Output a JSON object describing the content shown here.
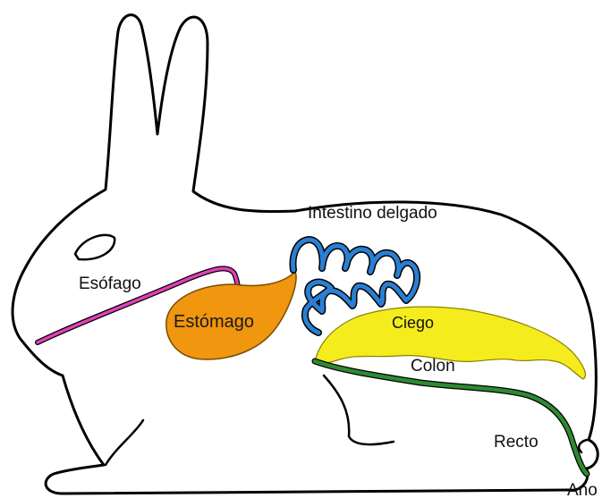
{
  "labels": {
    "esofago": "Esófago",
    "estomago": "Estómago",
    "intestino": "Intestino delgado",
    "ciego": "Ciego",
    "colon": "Colon",
    "recto": "Recto",
    "ano": "Ano"
  },
  "colors": {
    "esofago": "#e040b8",
    "estomago": "#f0960f",
    "intestino": "#2a7fd2",
    "ciego": "#f5ec1e",
    "colon_recto": "#2e8a30",
    "outline": "#000000"
  }
}
